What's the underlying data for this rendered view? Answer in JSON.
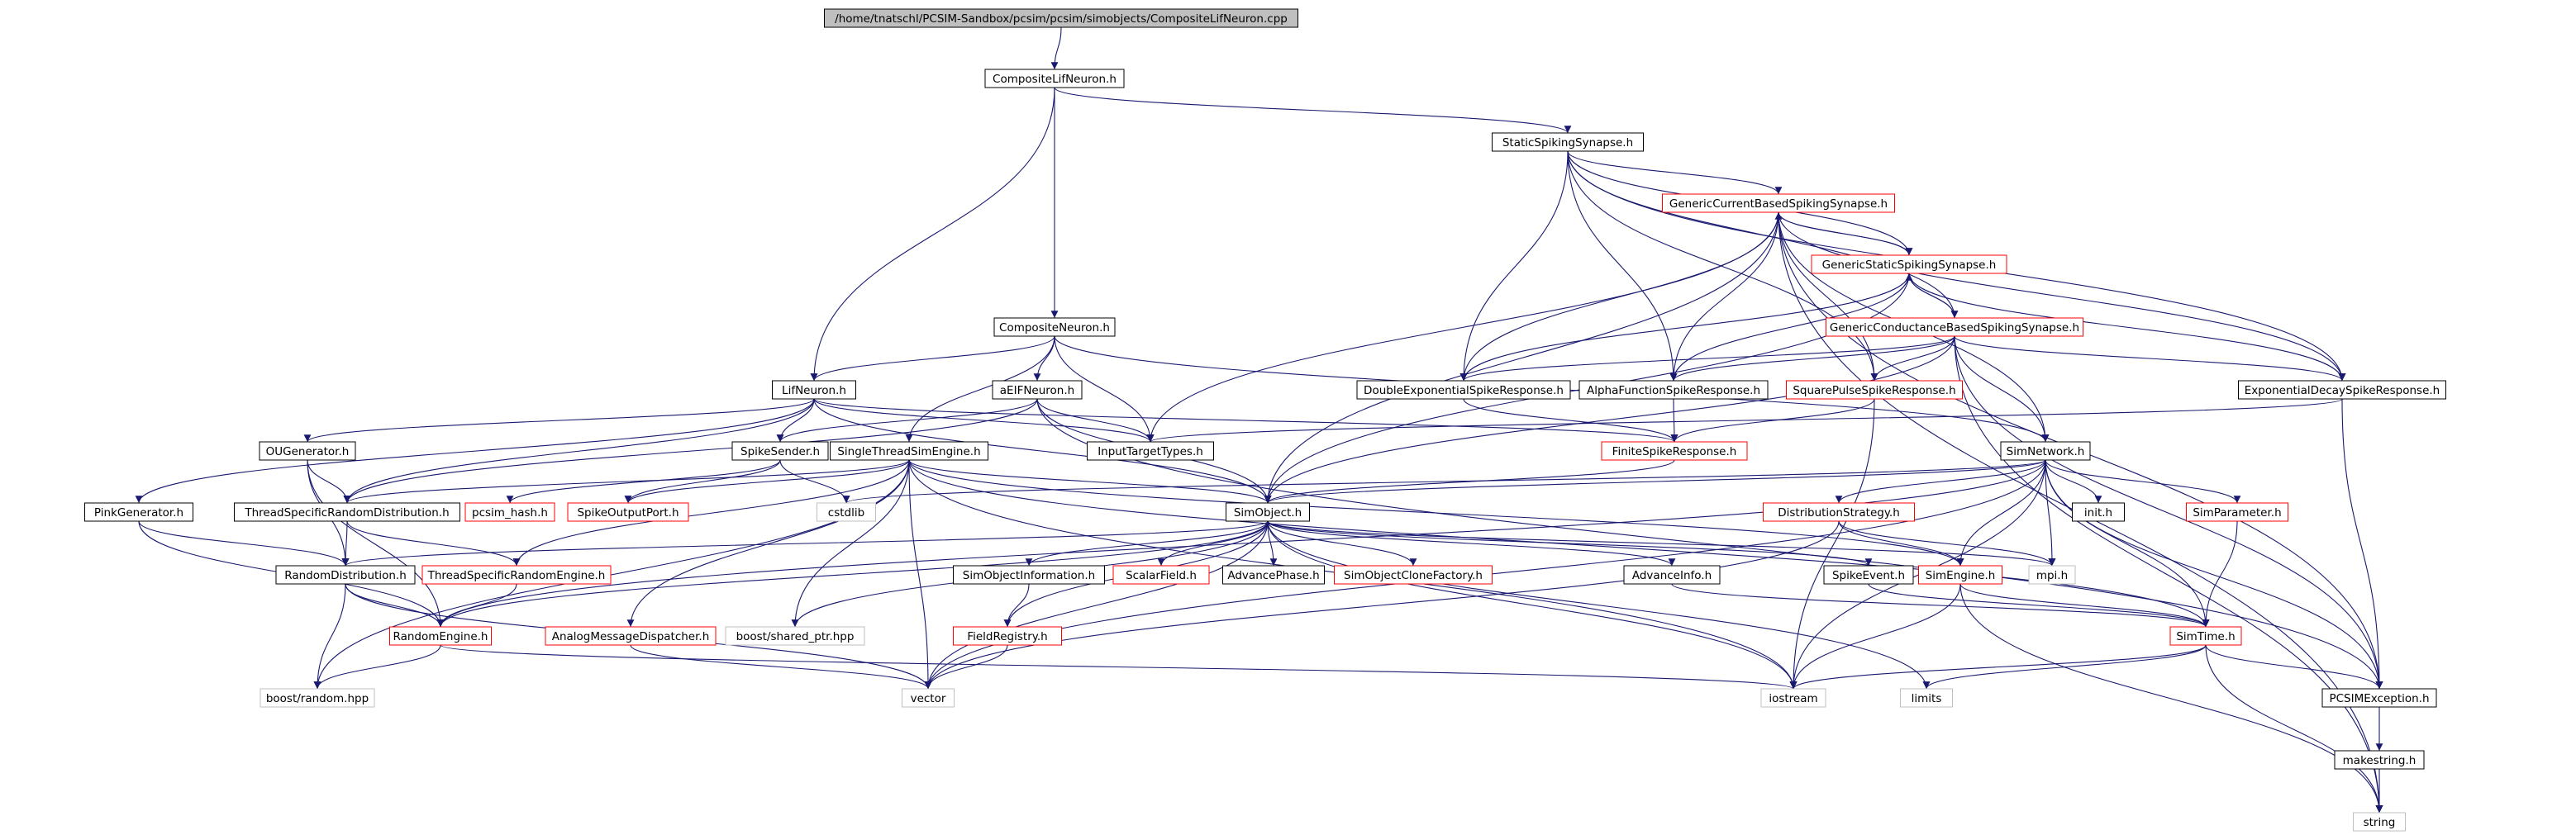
{
  "colors": {
    "edge": "#191970",
    "text": "#000000",
    "box_normal": "#000000",
    "box_linked": "#ff0000",
    "box_external": "#bfbfbf",
    "root_fill": "#bfbfbf"
  },
  "nodes": [
    {
      "id": "root",
      "label": "/home/tnatschl/PCSIM-Sandbox/pcsim/pcsim/simobjects/CompositeLifNeuron.cpp",
      "kind": "root"
    },
    {
      "id": "composite_lif",
      "label": "CompositeLifNeuron.h",
      "kind": "normal"
    },
    {
      "id": "static_spiking",
      "label": "StaticSpikingSynapse.h",
      "kind": "normal"
    },
    {
      "id": "generic_current",
      "label": "GenericCurrentBasedSpikingSynapse.h",
      "kind": "linked"
    },
    {
      "id": "generic_static",
      "label": "GenericStaticSpikingSynapse.h",
      "kind": "linked"
    },
    {
      "id": "generic_conductance",
      "label": "GenericConductanceBasedSpikingSynapse.h",
      "kind": "linked"
    },
    {
      "id": "composite_neuron",
      "label": "CompositeNeuron.h",
      "kind": "normal"
    },
    {
      "id": "lif_neuron",
      "label": "LifNeuron.h",
      "kind": "normal"
    },
    {
      "id": "aeif_neuron",
      "label": "aEIFNeuron.h",
      "kind": "normal"
    },
    {
      "id": "double_exp",
      "label": "DoubleExponentialSpikeResponse.h",
      "kind": "normal"
    },
    {
      "id": "alpha_func",
      "label": "AlphaFunctionSpikeResponse.h",
      "kind": "normal"
    },
    {
      "id": "square_pulse",
      "label": "SquarePulseSpikeResponse.h",
      "kind": "linked"
    },
    {
      "id": "exp_decay",
      "label": "ExponentialDecaySpikeResponse.h",
      "kind": "normal"
    },
    {
      "id": "ou_generator",
      "label": "OUGenerator.h",
      "kind": "normal"
    },
    {
      "id": "spike_sender",
      "label": "SpikeSender.h",
      "kind": "normal"
    },
    {
      "id": "single_thread",
      "label": "SingleThreadSimEngine.h",
      "kind": "normal"
    },
    {
      "id": "input_target",
      "label": "InputTargetTypes.h",
      "kind": "normal"
    },
    {
      "id": "finite_spike",
      "label": "FiniteSpikeResponse.h",
      "kind": "linked"
    },
    {
      "id": "sim_network",
      "label": "SimNetwork.h",
      "kind": "normal"
    },
    {
      "id": "pink_generator",
      "label": "PinkGenerator.h",
      "kind": "normal"
    },
    {
      "id": "ts_random_dist",
      "label": "ThreadSpecificRandomDistribution.h",
      "kind": "normal"
    },
    {
      "id": "pcsim_hash",
      "label": "pcsim_hash.h",
      "kind": "linked"
    },
    {
      "id": "spike_output_port",
      "label": "SpikeOutputPort.h",
      "kind": "linked"
    },
    {
      "id": "cstdlib",
      "label": "cstdlib",
      "kind": "external"
    },
    {
      "id": "sim_object",
      "label": "SimObject.h",
      "kind": "normal"
    },
    {
      "id": "distribution_strategy",
      "label": "DistributionStrategy.h",
      "kind": "linked"
    },
    {
      "id": "init_h",
      "label": "init.h",
      "kind": "normal"
    },
    {
      "id": "sim_parameter",
      "label": "SimParameter.h",
      "kind": "linked"
    },
    {
      "id": "random_dist",
      "label": "RandomDistribution.h",
      "kind": "normal"
    },
    {
      "id": "ts_random_engine",
      "label": "ThreadSpecificRandomEngine.h",
      "kind": "linked"
    },
    {
      "id": "sim_object_info",
      "label": "SimObjectInformation.h",
      "kind": "normal"
    },
    {
      "id": "scalar_field",
      "label": "ScalarField.h",
      "kind": "linked"
    },
    {
      "id": "advance_phase",
      "label": "AdvancePhase.h",
      "kind": "normal"
    },
    {
      "id": "sim_object_clone",
      "label": "SimObjectCloneFactory.h",
      "kind": "linked"
    },
    {
      "id": "advance_info",
      "label": "AdvanceInfo.h",
      "kind": "normal"
    },
    {
      "id": "spike_event",
      "label": "SpikeEvent.h",
      "kind": "normal"
    },
    {
      "id": "sim_engine",
      "label": "SimEngine.h",
      "kind": "linked"
    },
    {
      "id": "mpi_h",
      "label": "mpi.h",
      "kind": "external"
    },
    {
      "id": "random_engine",
      "label": "RandomEngine.h",
      "kind": "linked"
    },
    {
      "id": "analog_msg",
      "label": "AnalogMessageDispatcher.h",
      "kind": "linked"
    },
    {
      "id": "boost_shared_ptr",
      "label": "boost/shared_ptr.hpp",
      "kind": "external"
    },
    {
      "id": "field_registry",
      "label": "FieldRegistry.h",
      "kind": "linked"
    },
    {
      "id": "sim_time",
      "label": "SimTime.h",
      "kind": "linked"
    },
    {
      "id": "boost_random",
      "label": "boost/random.hpp",
      "kind": "external"
    },
    {
      "id": "vector",
      "label": "vector",
      "kind": "external"
    },
    {
      "id": "iostream",
      "label": "iostream",
      "kind": "external"
    },
    {
      "id": "limits",
      "label": "limits",
      "kind": "external"
    },
    {
      "id": "pcsim_exception",
      "label": "PCSIMException.h",
      "kind": "normal"
    },
    {
      "id": "makestring",
      "label": "makestring.h",
      "kind": "normal"
    },
    {
      "id": "string",
      "label": "string",
      "kind": "external"
    }
  ],
  "edges": [
    [
      "root",
      "composite_lif"
    ],
    [
      "composite_lif",
      "static_spiking"
    ],
    [
      "composite_lif",
      "composite_neuron"
    ],
    [
      "composite_lif",
      "lif_neuron"
    ],
    [
      "static_spiking",
      "generic_current"
    ],
    [
      "static_spiking",
      "generic_static"
    ],
    [
      "static_spiking",
      "generic_conductance"
    ],
    [
      "static_spiking",
      "double_exp"
    ],
    [
      "static_spiking",
      "alpha_func"
    ],
    [
      "static_spiking",
      "square_pulse"
    ],
    [
      "static_spiking",
      "exp_decay"
    ],
    [
      "generic_current",
      "generic_static"
    ],
    [
      "generic_current",
      "input_target"
    ],
    [
      "generic_current",
      "sim_object"
    ],
    [
      "generic_current",
      "double_exp"
    ],
    [
      "generic_current",
      "alpha_func"
    ],
    [
      "generic_current",
      "square_pulse"
    ],
    [
      "generic_current",
      "exp_decay"
    ],
    [
      "generic_current",
      "sim_network"
    ],
    [
      "generic_current",
      "pcsim_exception"
    ],
    [
      "generic_current",
      "string"
    ],
    [
      "generic_static",
      "generic_current"
    ],
    [
      "generic_static",
      "generic_conductance"
    ],
    [
      "generic_static",
      "double_exp"
    ],
    [
      "generic_static",
      "alpha_func"
    ],
    [
      "generic_static",
      "exp_decay"
    ],
    [
      "generic_static",
      "sim_object"
    ],
    [
      "generic_conductance",
      "generic_static"
    ],
    [
      "generic_conductance",
      "double_exp"
    ],
    [
      "generic_conductance",
      "alpha_func"
    ],
    [
      "generic_conductance",
      "square_pulse"
    ],
    [
      "generic_conductance",
      "exp_decay"
    ],
    [
      "generic_conductance",
      "sim_network"
    ],
    [
      "generic_conductance",
      "sim_object"
    ],
    [
      "generic_conductance",
      "pcsim_exception"
    ],
    [
      "generic_conductance",
      "string"
    ],
    [
      "composite_neuron",
      "lif_neuron"
    ],
    [
      "composite_neuron",
      "aeif_neuron"
    ],
    [
      "composite_neuron",
      "single_thread"
    ],
    [
      "composite_neuron",
      "input_target"
    ],
    [
      "composite_neuron",
      "sim_network"
    ],
    [
      "lif_neuron",
      "ou_generator"
    ],
    [
      "lif_neuron",
      "spike_sender"
    ],
    [
      "lif_neuron",
      "input_target"
    ],
    [
      "lif_neuron",
      "pink_generator"
    ],
    [
      "lif_neuron",
      "ts_random_dist"
    ],
    [
      "lif_neuron",
      "sim_object"
    ],
    [
      "lif_neuron",
      "finite_spike"
    ],
    [
      "aeif_neuron",
      "spike_sender"
    ],
    [
      "aeif_neuron",
      "input_target"
    ],
    [
      "aeif_neuron",
      "sim_object"
    ],
    [
      "aeif_neuron",
      "ts_random_dist"
    ],
    [
      "aeif_neuron",
      "pcsim_exception"
    ],
    [
      "double_exp",
      "finite_spike"
    ],
    [
      "alpha_func",
      "finite_spike"
    ],
    [
      "square_pulse",
      "finite_spike"
    ],
    [
      "square_pulse",
      "iostream"
    ],
    [
      "exp_decay",
      "input_target"
    ],
    [
      "exp_decay",
      "pcsim_exception"
    ],
    [
      "finite_spike",
      "sim_object"
    ],
    [
      "ou_generator",
      "ts_random_dist"
    ],
    [
      "ou_generator",
      "random_dist"
    ],
    [
      "ou_generator",
      "random_engine"
    ],
    [
      "spike_sender",
      "pcsim_hash"
    ],
    [
      "spike_sender",
      "spike_output_port"
    ],
    [
      "spike_sender",
      "cstdlib"
    ],
    [
      "single_thread",
      "ts_random_dist"
    ],
    [
      "single_thread",
      "spike_output_port"
    ],
    [
      "single_thread",
      "sim_object"
    ],
    [
      "single_thread",
      "ts_random_engine"
    ],
    [
      "single_thread",
      "analog_msg"
    ],
    [
      "single_thread",
      "boost_shared_ptr"
    ],
    [
      "single_thread",
      "vector"
    ],
    [
      "single_thread",
      "iostream"
    ],
    [
      "single_thread",
      "sim_engine"
    ],
    [
      "single_thread",
      "sim_time"
    ],
    [
      "single_thread",
      "boost_random"
    ],
    [
      "sim_network",
      "sim_object"
    ],
    [
      "sim_network",
      "distribution_strategy"
    ],
    [
      "sim_network",
      "init_h"
    ],
    [
      "sim_network",
      "sim_parameter"
    ],
    [
      "sim_network",
      "sim_engine"
    ],
    [
      "sim_network",
      "mpi_h"
    ],
    [
      "sim_network",
      "sim_time"
    ],
    [
      "sim_network",
      "pcsim_exception"
    ],
    [
      "sim_network",
      "iostream"
    ],
    [
      "sim_network",
      "vector"
    ],
    [
      "sim_network",
      "cstdlib"
    ],
    [
      "sim_network",
      "random_engine"
    ],
    [
      "pink_generator",
      "random_dist"
    ],
    [
      "pink_generator",
      "random_engine"
    ],
    [
      "ts_random_dist",
      "random_dist"
    ],
    [
      "ts_random_dist",
      "ts_random_engine"
    ],
    [
      "sim_object",
      "sim_object_info"
    ],
    [
      "sim_object",
      "scalar_field"
    ],
    [
      "sim_object",
      "advance_phase"
    ],
    [
      "sim_object",
      "sim_object_clone"
    ],
    [
      "sim_object",
      "advance_info"
    ],
    [
      "sim_object",
      "spike_event"
    ],
    [
      "sim_object",
      "field_registry"
    ],
    [
      "sim_object",
      "random_dist"
    ],
    [
      "sim_object",
      "random_engine"
    ],
    [
      "sim_object",
      "boost_shared_ptr"
    ],
    [
      "sim_object",
      "vector"
    ],
    [
      "sim_object",
      "iostream"
    ],
    [
      "sim_object",
      "limits"
    ],
    [
      "sim_object",
      "mpi_h"
    ],
    [
      "distribution_strategy",
      "sim_engine"
    ],
    [
      "distribution_strategy",
      "mpi_h"
    ],
    [
      "distribution_strategy",
      "vector"
    ],
    [
      "sim_parameter",
      "sim_time"
    ],
    [
      "random_dist",
      "random_engine"
    ],
    [
      "random_dist",
      "boost_random"
    ],
    [
      "random_dist",
      "vector"
    ],
    [
      "ts_random_engine",
      "random_engine"
    ],
    [
      "sim_object_info",
      "field_registry"
    ],
    [
      "advance_info",
      "sim_time"
    ],
    [
      "spike_event",
      "sim_time"
    ],
    [
      "sim_engine",
      "sim_time"
    ],
    [
      "sim_engine",
      "iostream"
    ],
    [
      "sim_engine",
      "string"
    ],
    [
      "random_engine",
      "boost_random"
    ],
    [
      "random_engine",
      "iostream"
    ],
    [
      "analog_msg",
      "vector"
    ],
    [
      "field_registry",
      "vector"
    ],
    [
      "sim_time",
      "iostream"
    ],
    [
      "sim_time",
      "limits"
    ],
    [
      "sim_time",
      "pcsim_exception"
    ],
    [
      "sim_time",
      "string"
    ],
    [
      "pcsim_exception",
      "makestring"
    ],
    [
      "makestring",
      "string"
    ]
  ]
}
